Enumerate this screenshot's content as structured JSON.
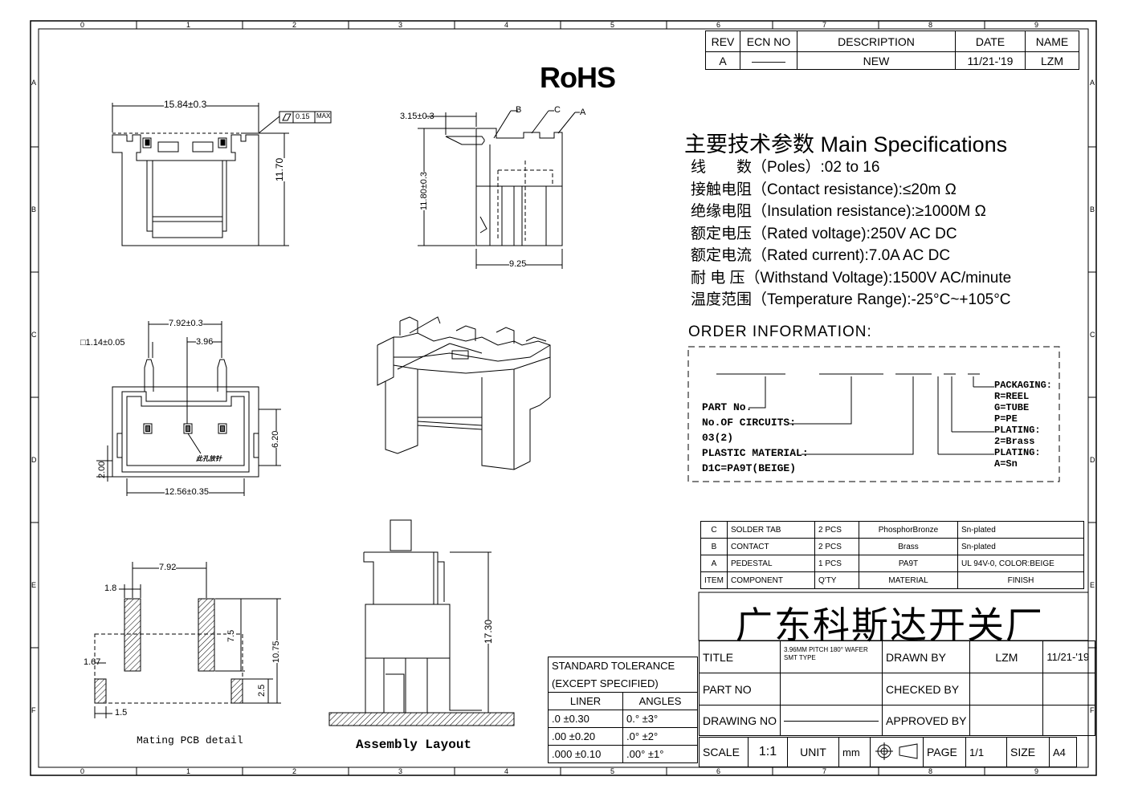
{
  "border": {
    "cols_top": [
      "0",
      "1",
      "2",
      "3",
      "4",
      "5",
      "6",
      "7",
      "8",
      "9"
    ],
    "rows_left": [
      "A",
      "B",
      "C",
      "D",
      "E",
      "F"
    ]
  },
  "revision_table": {
    "headers": [
      "REV",
      "ECN NO",
      "DESCRIPTION",
      "DATE",
      "NAME"
    ],
    "row": [
      "A",
      "———",
      "NEW",
      "11/21-'19",
      "LZM"
    ]
  },
  "rohs": "RoHS",
  "specs": {
    "title": "主要技术参数 Main Specifications",
    "lines": [
      "线　　数（Poles）:02 to 16",
      "接触电阻（Contact resistance):≤20m Ω",
      "绝缘电阻（Insulation resistance):≥1000M Ω",
      "额定电压（Rated voltage):250V AC DC",
      "额定电流（Rated current):7.0A AC DC",
      "耐 电 压（Withstand Voltage):1500V AC/minute",
      "温度范围（Temperature Range):-25°C~+105°C"
    ]
  },
  "order": {
    "title": "ORDER  INFORMATION:",
    "left": [
      "PART No.",
      "No.OF CIRCUITS:",
      "03(2)",
      "PLASTIC MATERIAL:",
      "D1C=PA9T(BEIGE)"
    ],
    "right": [
      "PACKAGING:",
      "R=REEL",
      "G=TUBE",
      "P=PE",
      "PLATING:",
      "2=Brass",
      "PLATING:",
      "A=Sn"
    ]
  },
  "dims": {
    "front_width": "15.84±0.3",
    "flatness": "0.15",
    "flatness_max": "MAX",
    "front_height": "11.70",
    "side_top": "3.15±0.3",
    "side_height": "11.80±0.3",
    "side_width": "9.25",
    "callouts": [
      "B",
      "C",
      "A"
    ],
    "pitch_top": "7.92±0.3",
    "pitch": "3.96",
    "pin_size": "□1.14±0.05",
    "top_height": "6.20",
    "top_offset": "2.00",
    "top_width": "12.56±0.35",
    "top_note": "此孔放针",
    "pcb_pitch": "7.92",
    "pcb_pad_w": "1.8",
    "pcb_small": "1.67",
    "pcb_h1": "7.5",
    "pcb_h2": "10.75",
    "pcb_h3": "2.5",
    "pcb_bottom": "1.5",
    "pcb_label": "Mating PCB detail",
    "asm_height": "17.30",
    "asm_label": "Assembly Layout"
  },
  "bom": {
    "rows": [
      [
        "C",
        "SOLDER TAB",
        "2 PCS",
        "PhosphorBronze",
        "Sn-plated"
      ],
      [
        "B",
        "CONTACT",
        "2 PCS",
        "Brass",
        "Sn-plated"
      ],
      [
        "A",
        "PEDESTAL",
        "1 PCS",
        "PA9T",
        "UL 94V-0, COLOR:BEIGE"
      ],
      [
        "ITEM",
        "COMPONENT",
        "Q'TY",
        "MATERIAL",
        "FINISH"
      ]
    ]
  },
  "company": "广东科斯达开关厂",
  "tolerance": {
    "title": "STANDARD TOLERANCE",
    "subtitle": "(EXCEPT  SPECIFIED)",
    "headers": [
      "LINER",
      "ANGLES"
    ],
    "rows": [
      [
        ".0   ±0.30",
        "0.°   ±3°"
      ],
      [
        ".00  ±0.20",
        ".0°  ±2°"
      ],
      [
        ".000 ±0.10",
        ".00° ±1°"
      ]
    ]
  },
  "title_block": {
    "title_label": "TITLE",
    "title_value": "3.96MM PITCH 180° WAFER SMT TYPE",
    "drawn_by_label": "DRAWN BY",
    "drawn_by": "LZM",
    "drawn_date": "11/21-'19",
    "part_no_label": "PART NO",
    "checked_by_label": "CHECKED BY",
    "drawing_no_label": "DRAWING NO",
    "approved_by_label": "APPROVED BY",
    "scale_label": "SCALE",
    "scale": "1:1",
    "unit_label": "UNIT",
    "unit": "mm",
    "page_label": "PAGE",
    "page": "1/1",
    "size_label": "SIZE",
    "size": "A4"
  }
}
